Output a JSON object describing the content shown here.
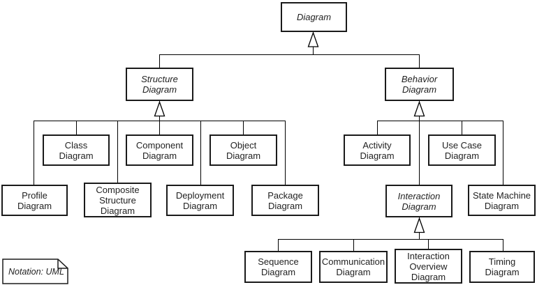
{
  "nodes": {
    "diagram": {
      "label": "Diagram",
      "abstract": true
    },
    "structure": {
      "label": "Structure\nDiagram",
      "abstract": true
    },
    "behavior": {
      "label": "Behavior\nDiagram",
      "abstract": true
    },
    "class": {
      "label": "Class\nDiagram",
      "abstract": false
    },
    "component": {
      "label": "Component\nDiagram",
      "abstract": false
    },
    "object": {
      "label": "Object\nDiagram",
      "abstract": false
    },
    "profile": {
      "label": "Profile\nDiagram",
      "abstract": false
    },
    "composite": {
      "label": "Composite\nStructure\nDiagram",
      "abstract": false
    },
    "deployment": {
      "label": "Deployment\nDiagram",
      "abstract": false
    },
    "package": {
      "label": "Package\nDiagram",
      "abstract": false
    },
    "activity": {
      "label": "Activity\nDiagram",
      "abstract": false
    },
    "usecase": {
      "label": "Use Case\nDiagram",
      "abstract": false
    },
    "interaction": {
      "label": "Interaction\nDiagram",
      "abstract": true
    },
    "statemachine": {
      "label": "State Machine\nDiagram",
      "abstract": false
    },
    "sequence": {
      "label": "Sequence\nDiagram",
      "abstract": false
    },
    "communication": {
      "label": "Communication\nDiagram",
      "abstract": false
    },
    "overview": {
      "label": "Interaction\nOverview\nDiagram",
      "abstract": false
    },
    "timing": {
      "label": "Timing\nDiagram",
      "abstract": false
    }
  },
  "hierarchy": {
    "Diagram": [
      "Structure Diagram",
      "Behavior Diagram"
    ],
    "Structure Diagram": [
      "Class Diagram",
      "Component Diagram",
      "Object Diagram",
      "Profile Diagram",
      "Composite Structure Diagram",
      "Deployment Diagram",
      "Package Diagram"
    ],
    "Behavior Diagram": [
      "Activity Diagram",
      "Use Case Diagram",
      "Interaction Diagram",
      "State Machine Diagram"
    ],
    "Interaction Diagram": [
      "Sequence Diagram",
      "Communication Diagram",
      "Interaction Overview Diagram",
      "Timing Diagram"
    ]
  },
  "note": {
    "label": "Notation: UML"
  },
  "colors": {
    "background": "#ffffff",
    "box_fill": "#ffffff",
    "box_border": "#1a1a1a",
    "line": "#000000",
    "text": "#1f1f1f"
  }
}
